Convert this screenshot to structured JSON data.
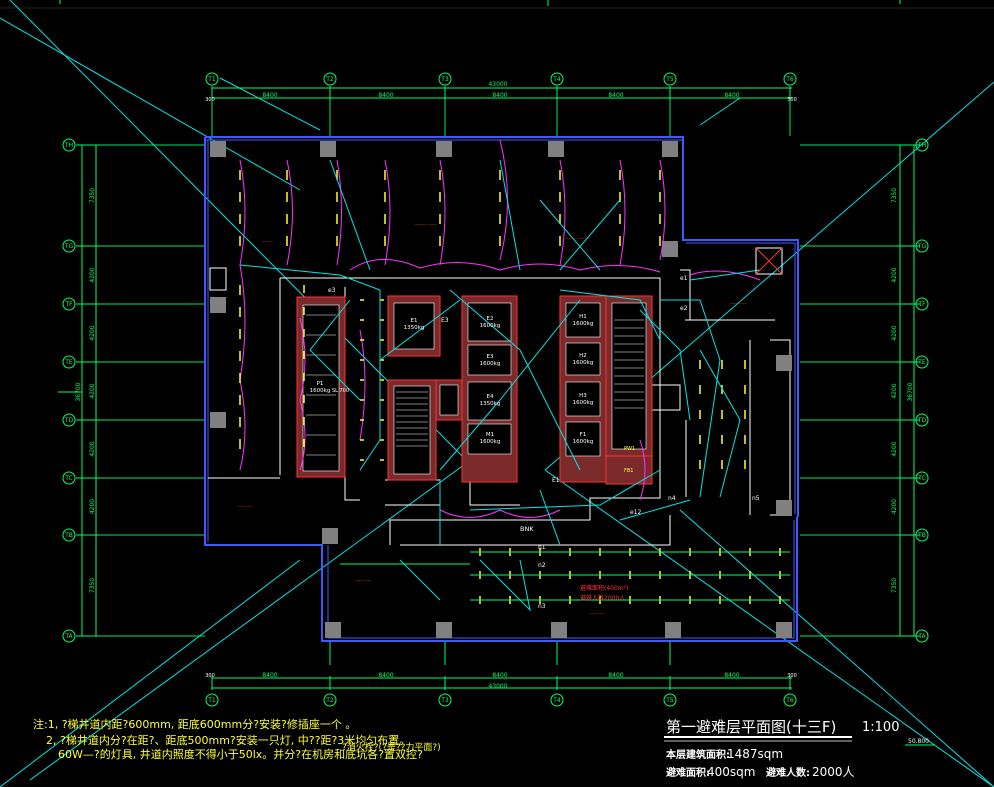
{
  "colors": {
    "background": "#000000",
    "wall": "#3b5bff",
    "cyan": "#00e5e5",
    "green": "#00ff66",
    "yellow": "#ffff33",
    "magenta": "#ff33ff",
    "red": "#ff3333",
    "core_fill": "#7a2a2a",
    "column": "#808080",
    "white": "#ffffff"
  },
  "grid": {
    "top_labels": [
      "T1",
      "T2",
      "T3",
      "T4",
      "T5",
      "T6"
    ],
    "side_labels": [
      "TH",
      "TG",
      "TF",
      "TE",
      "TD",
      "TC",
      "TB",
      "TA"
    ],
    "overall_width": "43000",
    "bay_dims": [
      "8400",
      "8400",
      "8400",
      "8400",
      "8400"
    ],
    "edge_dims": [
      "300",
      "300"
    ],
    "overall_height": "36700",
    "side_dims": [
      "7350",
      "4200",
      "4200",
      "4200",
      "4200",
      "4200",
      "7350"
    ],
    "side_edge": "300"
  },
  "rooms": {
    "elevators": [
      {
        "id": "E1",
        "cap": "1350kg"
      },
      {
        "id": "E2",
        "cap": "1600kg"
      },
      {
        "id": "E3",
        "cap": "1600kg"
      },
      {
        "id": "E4",
        "cap": "1350kg"
      },
      {
        "id": "M1",
        "cap": "1600kg"
      },
      {
        "id": "H1",
        "cap": "1600kg"
      },
      {
        "id": "H2",
        "cap": "1600kg"
      },
      {
        "id": "H3",
        "cap": "1600kg"
      },
      {
        "id": "F1",
        "cap": "1600kg"
      },
      {
        "id": "P1",
        "cap": "1600kg"
      }
    ],
    "labels": [
      "BNK",
      "SL.700",
      "E1",
      "E3",
      "PW1",
      "FB1"
    ],
    "circuits": [
      "n1",
      "n2",
      "n3",
      "n4",
      "n5",
      "e1",
      "e2",
      "e3",
      "e12"
    ],
    "refuge_note_line1": "避难面积(400m²)",
    "refuge_note_line2": "避难人数2000人"
  },
  "notes": {
    "line1": "注:1, ?梯井道内距?600mm, 距底600mm分?安装?修插座一个 。",
    "line2": "2, ?梯井道内分?在距?、距底500mm?安装一只灯, 中??距?3米均匀布置。",
    "line3": "60W—?的灯具, 井道内照度不得小于50lx。并分?在机房和底坑各?置双控?",
    "line3b": "?消火栓?(?是??力平面?)"
  },
  "title_block": {
    "title": "第一避难层平面图(十三F)",
    "scale": "1:100",
    "elevation": "50.800",
    "area_label": "本层建筑面积:",
    "area_value": "1487sqm",
    "refuge_area_label": "避难面积:",
    "refuge_area_value": "400sqm",
    "refuge_people_label": "避难人数:",
    "refuge_people_value": "2000人"
  }
}
